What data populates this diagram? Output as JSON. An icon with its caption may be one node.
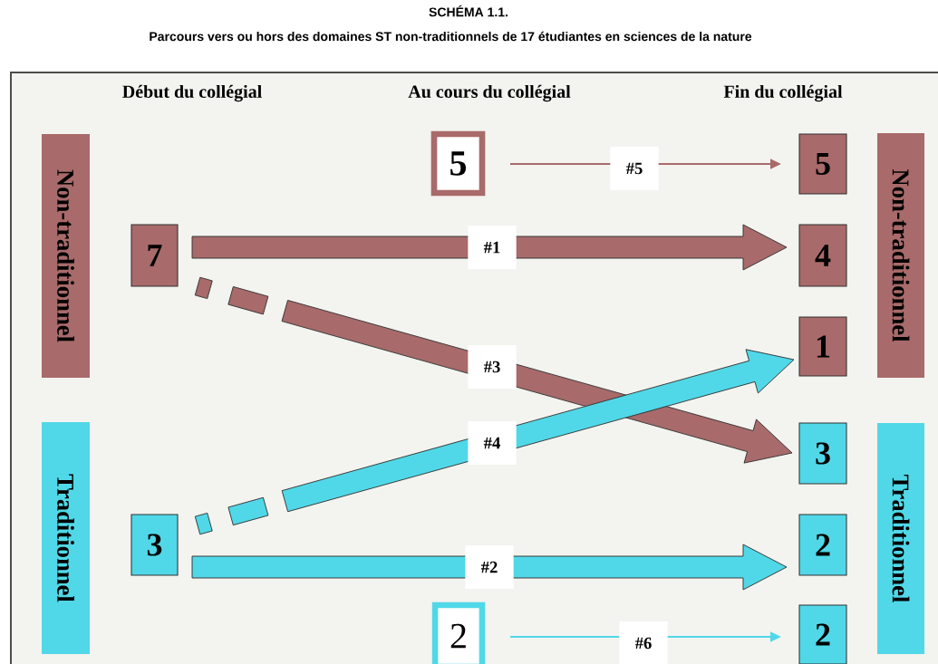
{
  "diagram": {
    "title": "SCHÉMA 1.1.",
    "nodes": [
      {
        "text": [
          "Non-traditionnel"
        ]
      },
      {
        "text": [
          "Traditionnel"
        ]
      },
      {
        "text": [
          "7"
        ]
      },
      {
        "text": [
          "3"
        ]
      },
      {
        "text": [
          "5"
        ]
      },
      {
        "text": [
          "2"
        ]
      },
      {
        "text": [
          "5"
        ]
      },
      {
        "text": [
          "4"
        ]
      },
      {
        "text": [
          "1"
        ]
      },
      {
        "text": [
          "3"
        ]
      },
      {
        "text": [
          "2"
        ]
      },
      {
        "text": [
          "2"
        ]
      },
      {
        "text": [
          "Non-traditionnel"
        ]
      },
      {
        "text": [
          "Traditionnel"
        ]
      }
    ],
    "edges": [
      {
        "from": 4,
        "to": 6,
        "arrow": "to",
        "label": "#5",
        "color": "#a86a6a"
      },
      {
        "from": 2,
        "to": 7,
        "arrow": "to",
        "label": "#1",
        "style": "thick",
        "color": "#a86a6a"
      },
      {
        "from": 2,
        "to": 9,
        "arrow": "to",
        "label": "#3",
        "style": "thick",
        "color": "#a86a6a"
      },
      {
        "from": 3,
        "to": 8,
        "arrow": "to",
        "label": "#4",
        "style": "thick",
        "color": "#50d8e8"
      },
      {
        "from": 3,
        "to": 10,
        "arrow": "to",
        "label": "#2",
        "style": "thick",
        "color": "#50d8e8"
      },
      {
        "from": 5,
        "to": 11,
        "arrow": "to",
        "label": "#6",
        "color": "#50d8e8"
      }
    ],
    "labels": [
      "Parcours vers ou hors des domaines ST non-traditionnels de 17 étudiantes en sciences de la nature",
      "Début du collégial",
      "Au cours du collégial",
      "Fin du collégial"
    ]
  }
}
